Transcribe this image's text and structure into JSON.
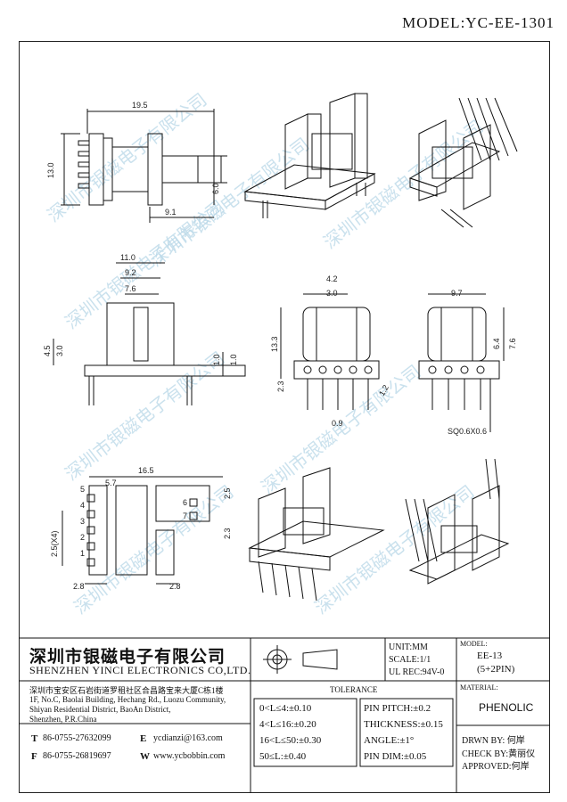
{
  "model_title": "MODEL:YC-EE-1301",
  "watermark": "深圳市银磁电子有限公司",
  "dimensions": {
    "front_width": "19.5",
    "front_height": "13.0",
    "front_right_height": "6.0",
    "front_bottom_width": "9.1",
    "side_top_width": "11.0",
    "side_mid_width": "9.2",
    "side_inner_width": "7.6",
    "side_left_a": "4.5",
    "side_left_b": "3.0",
    "side_right_a": "1.0",
    "side_right_b": "1.0",
    "mid_top_a": "4.2",
    "mid_top_b": "3.0",
    "mid_height": "13.3",
    "mid_pin": "2.3",
    "mid_angle": "1.2",
    "mid_bottom": "0.9",
    "right_width": "9.7",
    "right_h1": "6.4",
    "right_h2": "7.6",
    "pin_section": "SQ0.6X0.6",
    "bottom_width": "16.5",
    "bottom_inner": "5.7",
    "bottom_pitch": "2.5(X4)",
    "bottom_right_a": "2.5",
    "bottom_right_b": "2.3",
    "bottom_left": "2.8",
    "bottom_right": "2.8",
    "pin_5": "5",
    "pin_4": "4",
    "pin_3": "3",
    "pin_2": "2",
    "pin_1": "1",
    "pin_6": "6",
    "pin_7": "7"
  },
  "company": {
    "name_cn": "深圳市银磁电子有限公司",
    "name_en": "SHENZHEN YINCI ELECTRONICS CO,LTD.",
    "address_cn": "深圳市宝安区石岩街道罗租社区合昌路宝来大厦C栋1楼",
    "address_en1": "1F, No.C, Baolai Building, Hechang Rd., Luozu Community,",
    "address_en2": "Shiyan Residential District, BaoAn District,",
    "address_en3": "Shenzhen, P.R.China",
    "tel_label": "T",
    "tel": "86-0755-27632099",
    "fax_label": "F",
    "fax": "86-0755-26819697",
    "email_label": "E",
    "email": "ycdianzi@163.com",
    "web_label": "W",
    "web": "www.ycbobbin.com"
  },
  "specs": {
    "unit": "UNIT:MM",
    "scale": "SCALE:1/1",
    "ul_rec": "UL REC:94V-0",
    "model_label": "MODEL:",
    "model_value": "EE-13",
    "model_pins": "(5+2PIN)",
    "material_label": "MATERIAL:",
    "material_value": "PHENOLIC"
  },
  "tolerance": {
    "title": "TOLERANCE",
    "rows_left": [
      "0<L≤4:±0.10",
      "4<L≤16:±0.20",
      "16<L≤50:±0.30",
      "50≤L:±0.40"
    ],
    "rows_right": [
      "PIN PITCH:±0.2",
      "THICKNESS:±0.15",
      "ANGLE:±1°",
      "PIN DIM:±0.05"
    ]
  },
  "approval": {
    "drawn": "DRWN BY: 何岸",
    "check": "CHECK BY:黄丽仪",
    "approved": "APPROVED:何岸"
  }
}
